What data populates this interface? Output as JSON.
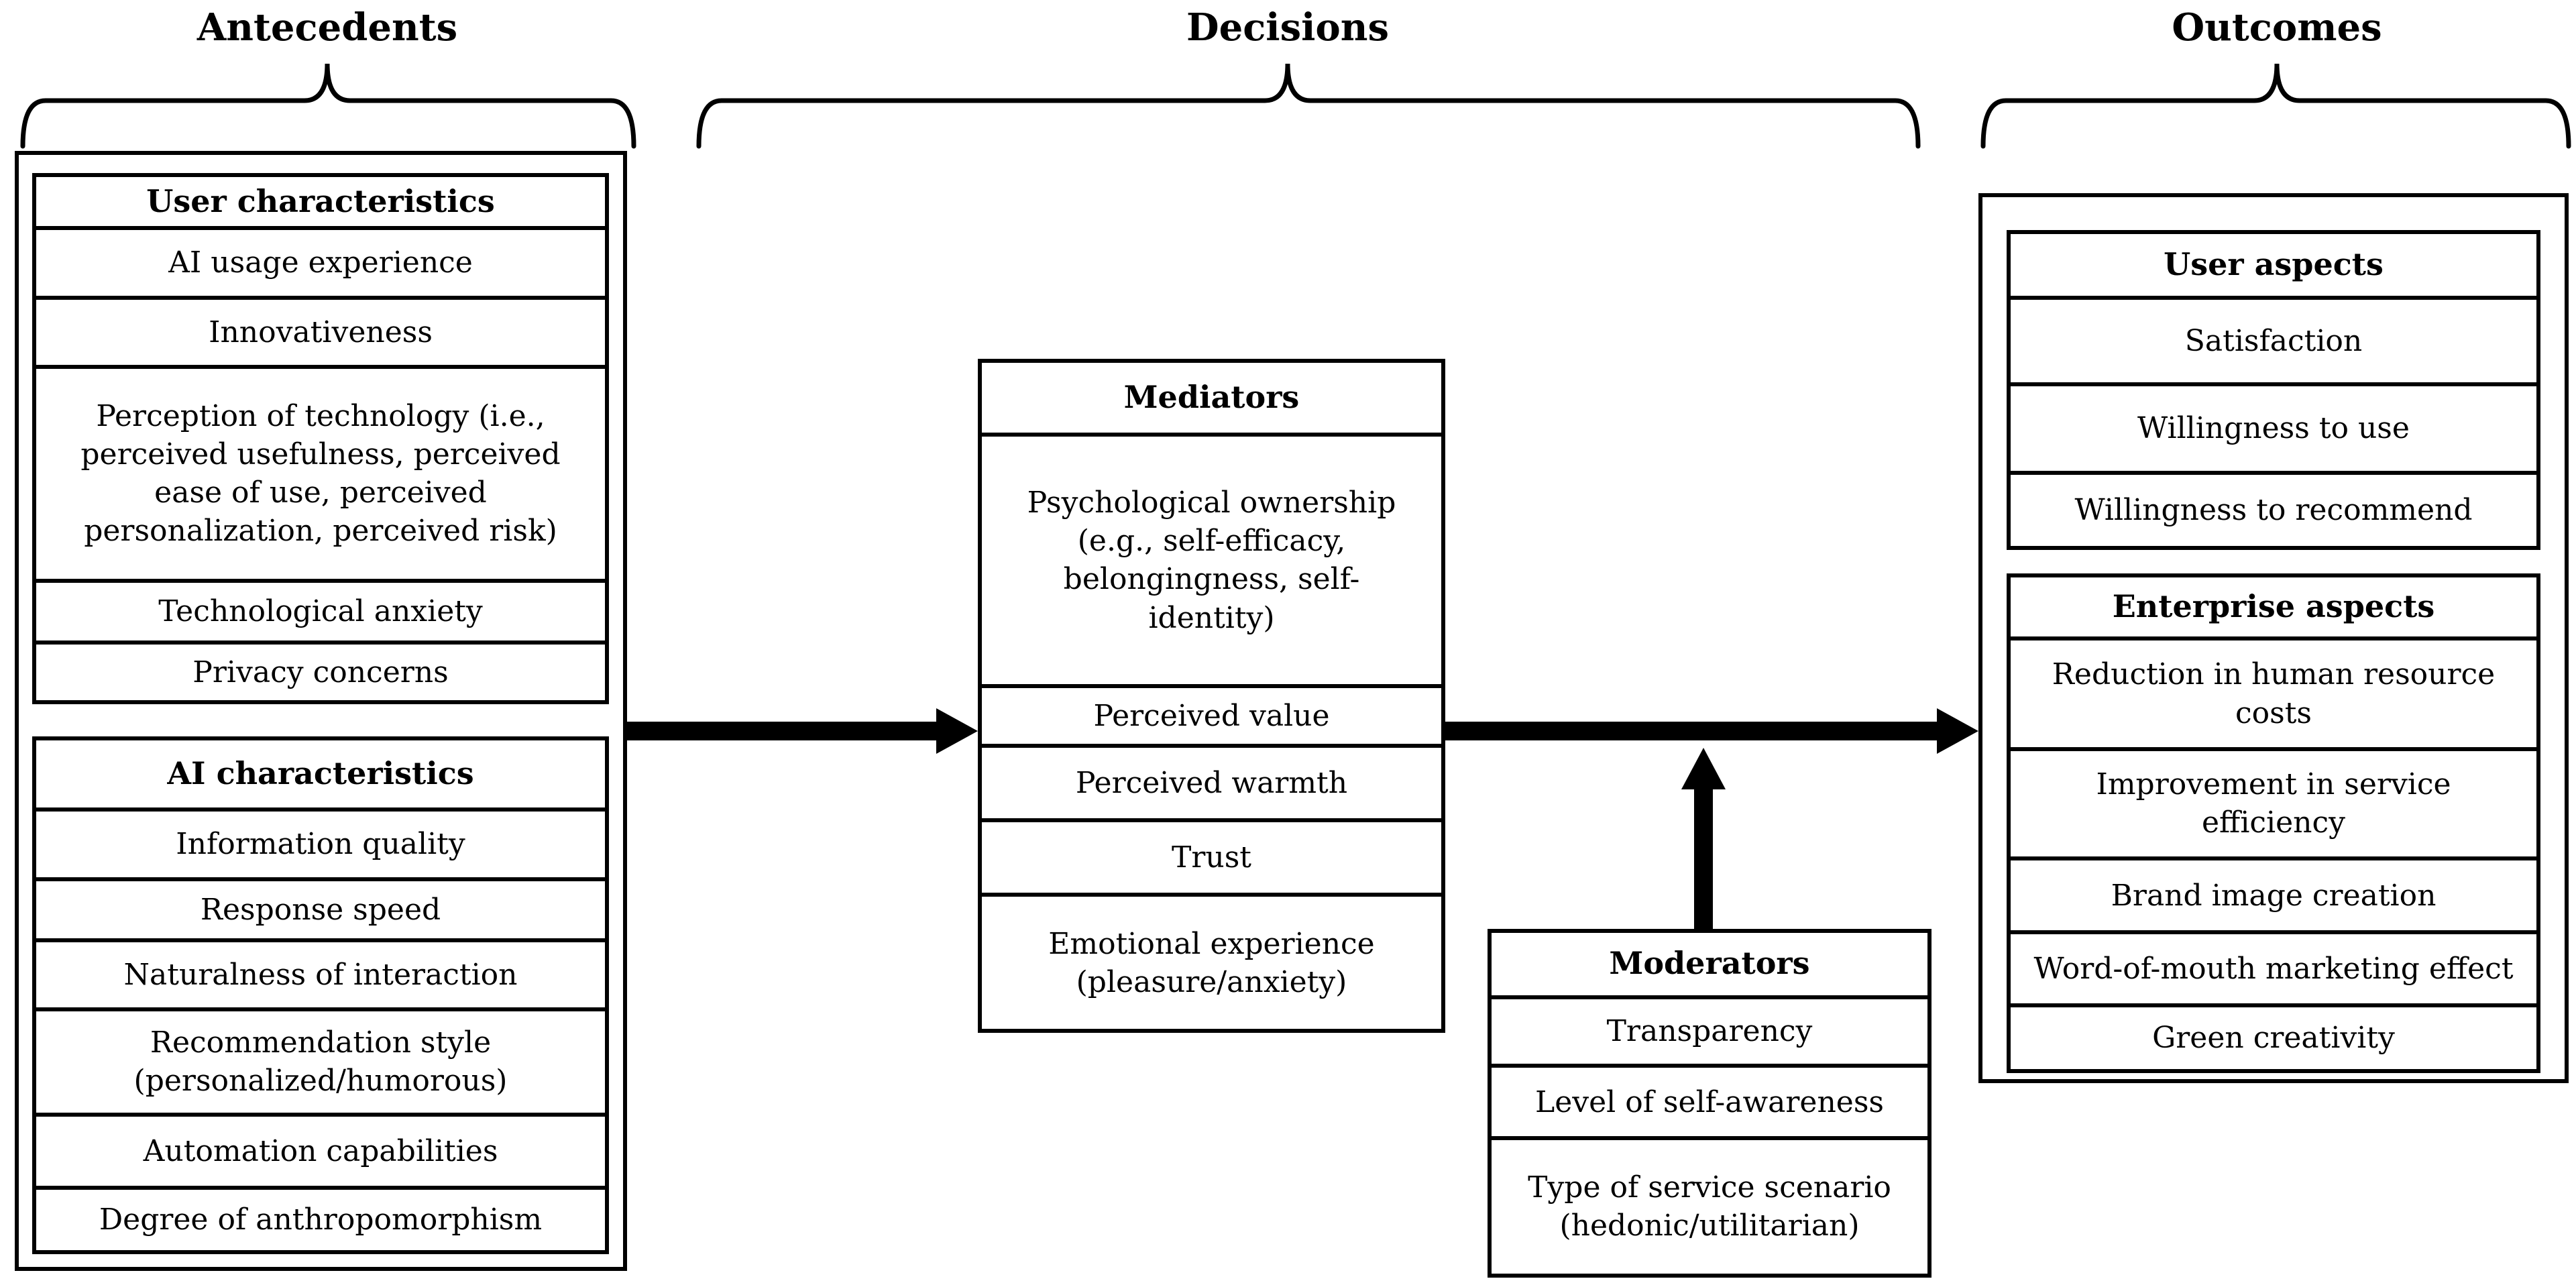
{
  "figure": {
    "description": "Conceptual framework diagram with antecedents, decisions and outcomes of AI service usage"
  },
  "sections": {
    "antecedents": {
      "label": "Antecedents"
    },
    "decisions": {
      "label": "Decisions"
    },
    "outcomes": {
      "label": "Outcomes"
    }
  },
  "boxes": {
    "user_characteristics": {
      "header": "User characteristics",
      "rows": [
        "AI usage experience",
        "Innovativeness",
        [
          "Perception of technology (i.e.,",
          "perceived usefulness, perceived",
          "ease of use, perceived",
          "personalization, perceived risk)"
        ],
        "Technological anxiety",
        "Privacy concerns"
      ]
    },
    "ai_characteristics": {
      "header": "AI characteristics",
      "rows": [
        "Information quality",
        "Response speed",
        "Naturalness of interaction",
        [
          "Recommendation style",
          "(personalized/humorous)"
        ],
        "Automation capabilities",
        "Degree of anthropomorphism"
      ]
    },
    "mediators": {
      "header": "Mediators",
      "rows": [
        [
          "Psychological ownership",
          "(e.g., self-efficacy,",
          "belongingness, self-",
          "identity)"
        ],
        "Perceived value",
        "Perceived warmth",
        "Trust",
        [
          "Emotional experience",
          "(pleasure/anxiety)"
        ]
      ]
    },
    "moderators": {
      "header": "Moderators",
      "rows": [
        "Transparency",
        "Level of self-awareness",
        [
          "Type of service scenario",
          "(hedonic/utilitarian)"
        ]
      ]
    },
    "user_aspects": {
      "header": "User aspects",
      "rows": [
        "Satisfaction",
        "Willingness to use",
        "Willingness to recommend"
      ]
    },
    "enterprise_aspects": {
      "header": "Enterprise aspects",
      "rows": [
        [
          "Reduction in human resource",
          "costs"
        ],
        [
          "Improvement in service",
          "efficiency"
        ],
        "Brand image creation",
        "Word-of-mouth marketing effect",
        "Green creativity"
      ]
    }
  },
  "colors": {
    "ink": "#000000",
    "background": "#ffffff"
  }
}
